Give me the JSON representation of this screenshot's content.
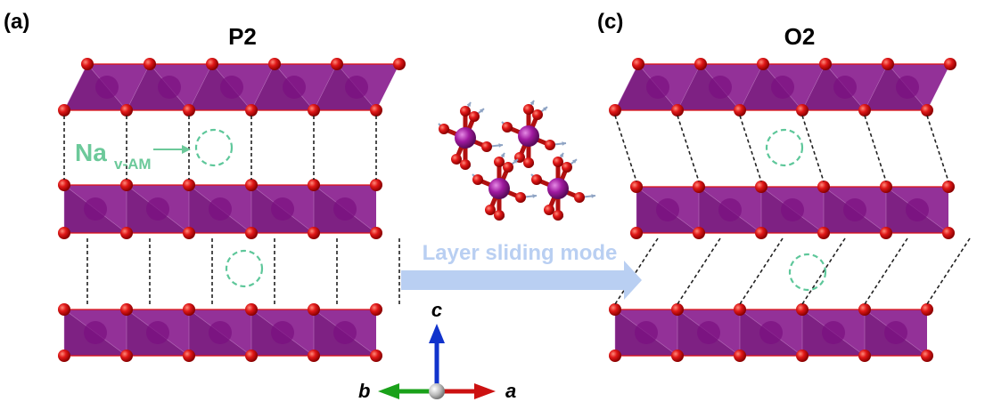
{
  "panels": [
    {
      "tag": "(a)",
      "title": "P2"
    },
    {
      "tag": "(c)",
      "title": "O2"
    }
  ],
  "site_label": {
    "main": "Na",
    "subscript": "v-AM"
  },
  "arrow_label": "Layer sliding mode",
  "axes": {
    "a": "a",
    "b": "b",
    "c": "c"
  },
  "colors": {
    "octahedron": "#8a1f8f",
    "octahedron_dark": "#6e1472",
    "oxygen": "#dd1111",
    "cobalt_atom": "#a01aa0",
    "vacancy_circle": "#5ec79a",
    "na_label": "#6cc99a",
    "sliding_arrow": "#b9cff2",
    "axis_a": "#cc1111",
    "axis_b": "#1aa11a",
    "axis_c": "#1133cc",
    "bond_dash": "#222222",
    "vibration_arrow": "#8fa4c4"
  }
}
